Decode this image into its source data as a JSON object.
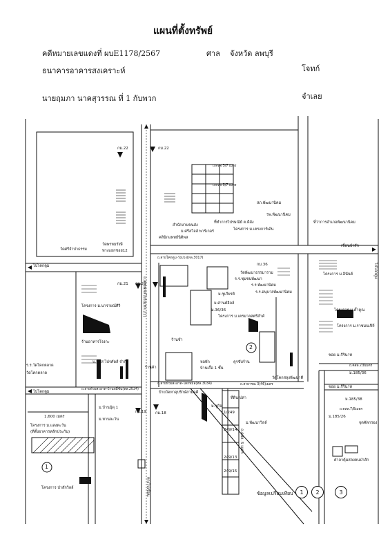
{
  "header": {
    "title": "แผนที่ตั้งทรัพย์",
    "case_number": "คดีหมายเลขแดงที่ ผบE1178/2567",
    "court_label": "ศาล",
    "court_province": "จังหวัด ลพบุรี",
    "plaintiff_name": "ธนาคารอาคารสงเคราะห์",
    "plaintiff_role": "โจทก์",
    "defendant_name": "นายฤมภา นาคสุวรรณ ที่ 1 กับพวก",
    "defendant_role": "จำเลย"
  },
  "map": {
    "labels": {
      "km22_left": "กม.22",
      "km22_right": "กม.22",
      "wat_sri": "วัดศรีจำปาธรรม",
      "wat_phrom": "วัดพรหมรังษี",
      "tang_yaek": "ทางแยกซอย12",
      "to_khok_toom_1": "ไปโคกตูม",
      "to_khok_toom_2": "ไปโคกตูม",
      "to_khok_toom_3": "ไปโคกตูม",
      "km21": "กม.21",
      "km21b": "กม.21",
      "project_naraiyani": "โครงการ ม.นารายณ์ศิริ",
      "restaurant": "ร้านอาหารโรงกะ",
      "school_khok_talat": "ร.ร.วัดโคกตลาด",
      "wat_khok_talat": "วัดโคกตลาด",
      "company": "บ.บีซีส ไปรคัดส์ จำกัด",
      "road_2034": "ถ.สายห้วยสะอาด-บ้านหมี่ซัน(ทล.2034)",
      "m_ban_mud": "ม.บ้านมุ้ดุ 1",
      "km19": "กม.19",
      "km18": "กม.18",
      "m_tan_lae": "ม.หานละวัน",
      "distance_1600": "1,600 เมตร",
      "project_saeng": "โครงการ ม.แสงตะวัน",
      "land_office": "(ที่ตั้งอาคารหลักประกัน)",
      "project_pasak": "โครงการ ป่าสักวิลล์",
      "road_1": "ถ.สายพหลโยธิน(ทล.21)",
      "road_3017": "ถ.สายโคกตูม-วังม่วง(ทล.3017)",
      "road_3034": "ถ.สายห้วยสะอาด-โคกหม้อ(ทล.3034)",
      "soi_57_1": "ถ.ศลจ 5/7 เมตร",
      "soi_57_2": "ถ.ศลจ 5/7 เมตร",
      "km_pattana": "สภ.พัฒนานิคม",
      "km_district": "ที่ว่าการอำเภอพัฒนานิคม",
      "district_office": "ที่ทำการไปรษณีย์ ต.ดีลัง",
      "rpt_pattana": "รพ.พัฒนานิคม",
      "restroom": "สำนักงานขนส่ง",
      "villa": "ม.ศรีลวิลล์ พาร์เกอร์",
      "klinic": "คลินิกแพทย์นิติพล",
      "project_ketsara": "โครงการ ม.เตรงการ์เด้น",
      "km36": "กม.36",
      "wat_pattana": "วัดพัฒนาธรรมาราม",
      "school_pattana_1": "ร.ร.ชุมชนพัฒนา",
      "school_pattana_2": "ร.ร.พัฒนานิคม",
      "school_pattana_3": "ร.ร.อนุบาลพัฒนานิคม",
      "m_chukiat": "ม.ชูเกียรติ",
      "m_san": "ม.ศานต์ฮิลล์",
      "m_36": "ม.36/36",
      "project_ket": "โครงการ ม.เตรมาลสตรีสำค์",
      "to_chai_badan": "เขื่อนป่าสัก",
      "project_inpat": "โครงการ ม.อินันต์",
      "project_kham": "โครงการ ม.ค้ำคูณ",
      "project_raj": "โครงการ ม.ราชมนเฟิร์",
      "soi_kiri": "ซอย ม.กีรินาท",
      "soi_718_1": "ถ.คสล.7/8เมตร",
      "m_185_36": "ม.185/36",
      "soi_kiri2": "ซอย ม.กีรินาท",
      "m_185_38": "ม.185/38",
      "soi_718_2": "ถ.คสล.7/8เมตร",
      "m_185_26": "ม.185/26",
      "kasikorn": "จุดคัดกรอง",
      "km_fire": "ศาลาคุ้มสลงคนป่าสัก",
      "hotel": "หอพัก",
      "ban_hu": "บ้านเกื้อ 1 ชั้น",
      "kasem": "คูรขับร้าน",
      "m_chukiat2": "ม.ชูกิจ",
      "m_pattana_villa": "ม.พัฒนาวิลล์",
      "road_3m": "ถ.สาธารณ 3(46)เมตร",
      "wat_khok_salung": "วัดโคกสลุงพัฒนาคี",
      "to_wat_khok": "ป้ายวัดหาอุปรักษ์สามัคคี",
      "m_shop": "ที่ดินเปล่า",
      "plot_249_13": "249/13",
      "plot_249_15": "249/15",
      "plot_249_14": "249/14",
      "plot_1_249": "1/249",
      "soi_5m": "ถ.คสล. 5 เมตร",
      "supermarket": "ร้านชำ",
      "shop_small": "ร้านค้า",
      "to_sauna": "ทางไปเขื่อน",
      "footer_note": "ข้อมูลเปรียบเทียบ"
    },
    "markers": {
      "subject": "2",
      "comp1": "1"
    },
    "buttons": [
      "1",
      "2",
      "3"
    ]
  },
  "colors": {
    "ink": "#111111",
    "paper": "#ffffff"
  }
}
